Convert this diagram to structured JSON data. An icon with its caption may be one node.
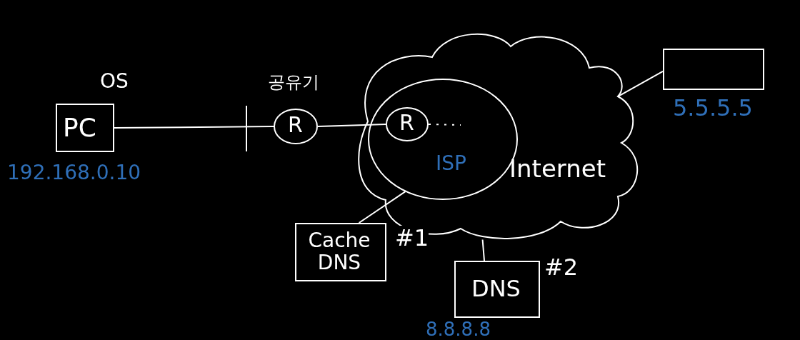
{
  "diagram": {
    "nodes": [
      {
        "text": [
          "PC"
        ],
        "beside": [
          "OS",
          "192.168.0.10"
        ]
      },
      {
        "text": [
          "R"
        ],
        "beside": [
          "공유기"
        ]
      },
      {
        "text": [
          "Internet"
        ]
      },
      {
        "text": [
          "ISP"
        ],
        "in": 2
      },
      {
        "text": [
          "R"
        ],
        "in": 3
      },
      {
        "text": [],
        "shape": "box",
        "beside": [
          "5.5.5.5"
        ]
      },
      {
        "text": [
          "Cache DNS"
        ],
        "beside": [
          "#1"
        ]
      },
      {
        "text": [
          "DNS"
        ],
        "beside": [
          "#2",
          "8.8.8.8"
        ]
      }
    ],
    "edges": [
      {
        "from": 0,
        "to": 1,
        "arrow": "none"
      },
      {
        "from": 1,
        "to": 4,
        "arrow": "none"
      },
      {
        "from": 4,
        "to": null,
        "arrow": "none",
        "style": "dashed"
      },
      {
        "from": 2,
        "to": 5,
        "arrow": "none"
      },
      {
        "from": 3,
        "to": 6,
        "arrow": "none"
      },
      {
        "from": 2,
        "to": 7,
        "arrow": "none"
      }
    ]
  }
}
